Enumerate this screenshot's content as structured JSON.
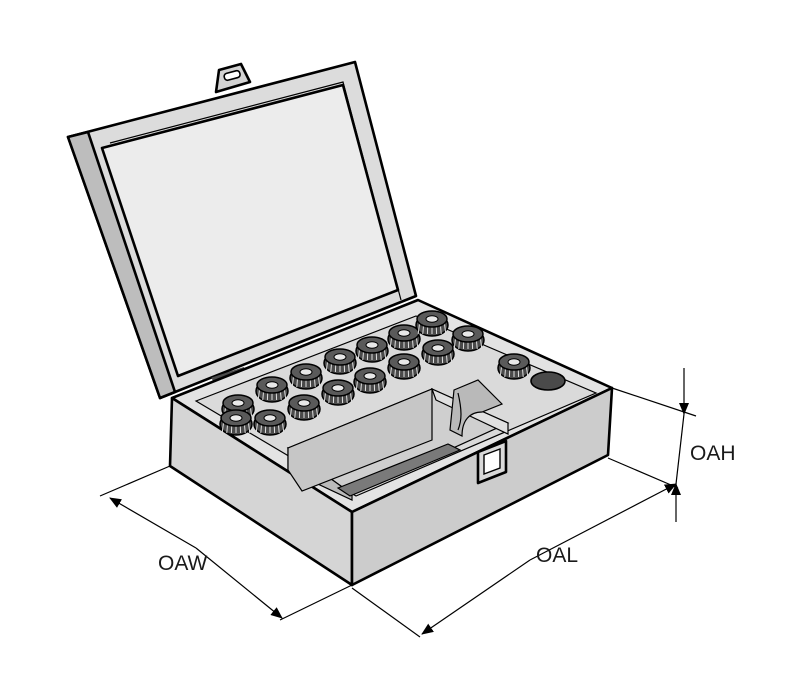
{
  "colors": {
    "face_light": "#e6e6e6",
    "face_mid": "#d3d3d3",
    "face_dark": "#bdbdbd",
    "collet": "#4a4a4a",
    "outline": "#000000"
  },
  "dimensions": {
    "length_label": "OAL",
    "width_label": "OAW",
    "height_label": "OAH"
  },
  "parts": {
    "lid_icon": "hasp-loop-icon",
    "latch_icon": "latch-icon",
    "collet_count": 16
  }
}
